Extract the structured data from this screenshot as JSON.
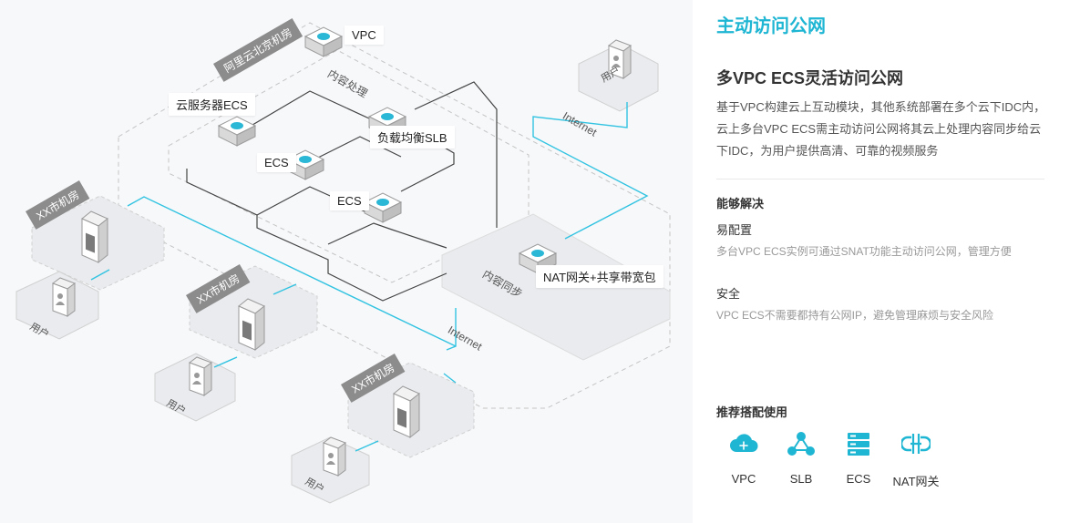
{
  "diagram": {
    "labels": {
      "vpc": "VPC",
      "cloud_server_ecs": "云服务器ECS",
      "slb": "负载均衡SLB",
      "ecs_1": "ECS",
      "ecs_2": "ECS",
      "nat": "NAT网关+共享带宽包",
      "datacenter_tag": "阿里云北京机房",
      "content_processing": "内容处理",
      "content_sync": "内容同步",
      "internet_top": "Internet",
      "internet_bottom": "Internet",
      "city_room_1": "XX市机房",
      "city_room_2": "XX市机房",
      "city_room_3": "XX市机房",
      "user_top": "用户",
      "user_1": "用户",
      "user_2": "用户",
      "user_3": "用户"
    },
    "colors": {
      "accent_line": "#31c3e1",
      "dark_line": "#444444",
      "dashed": "#bbbbbb",
      "tag_gray": "#8c8c8c"
    }
  },
  "info": {
    "section_title": "主动访问公网",
    "product_title": "多VPC ECS灵活访问公网",
    "description": "基于VPC构建云上互动模块，其他系统部署在多个云下IDC内，云上多台VPC ECS需主动访问公网将其云上处理内容同步给云下IDC，为用户提供高清、可靠的视频服务",
    "solve_title": "能够解决",
    "features": [
      {
        "title": "易配置",
        "desc": "多台VPC ECS实例可通过SNAT功能主动访问公网，管理方便"
      },
      {
        "title": "安全",
        "desc": "VPC ECS不需要都持有公网IP，避免管理麻烦与安全风险"
      }
    ],
    "recommend_title": "推荐搭配使用",
    "products": [
      {
        "label": "VPC",
        "icon": "cloud-icon"
      },
      {
        "label": "SLB",
        "icon": "slb-network-icon"
      },
      {
        "label": "ECS",
        "icon": "server-stack-icon"
      },
      {
        "label": "NAT网关",
        "icon": "nat-gateway-icon"
      }
    ],
    "accent_color": "#1fb6d3"
  }
}
